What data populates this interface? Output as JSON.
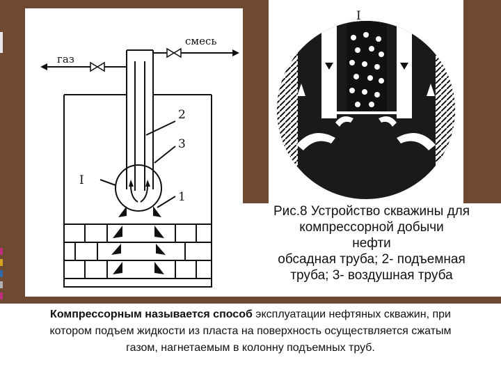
{
  "figure": {
    "label_gas": "газ",
    "label_mixture": "смесь",
    "label_2": "2",
    "label_3": "3",
    "label_1": "1",
    "label_I": "I",
    "detail_label": "I"
  },
  "caption": {
    "line1": "Рис.8 Устройство скважины для",
    "line2": "компрессорной добычи",
    "line3": "нефти",
    "line4": "обсадная труба; 2- подъемная",
    "line5": "труба; 3- воздушная  труба"
  },
  "body_text": {
    "bold": "Компрессорным называется способ",
    "line1_rest": " эксплуатации нефтяных скважин, при",
    "line2": "котором подъем жидкости из пласта на поверхность осуществляется сжатым",
    "line3": "газом, нагнетаемым в колонну подъемных труб."
  },
  "colors": {
    "frame": "#6e4a33",
    "accent_marks": [
      "#e8e8e8",
      "#c0307a",
      "#d4a020",
      "#2e6aa8",
      "#b0b0b0"
    ]
  }
}
